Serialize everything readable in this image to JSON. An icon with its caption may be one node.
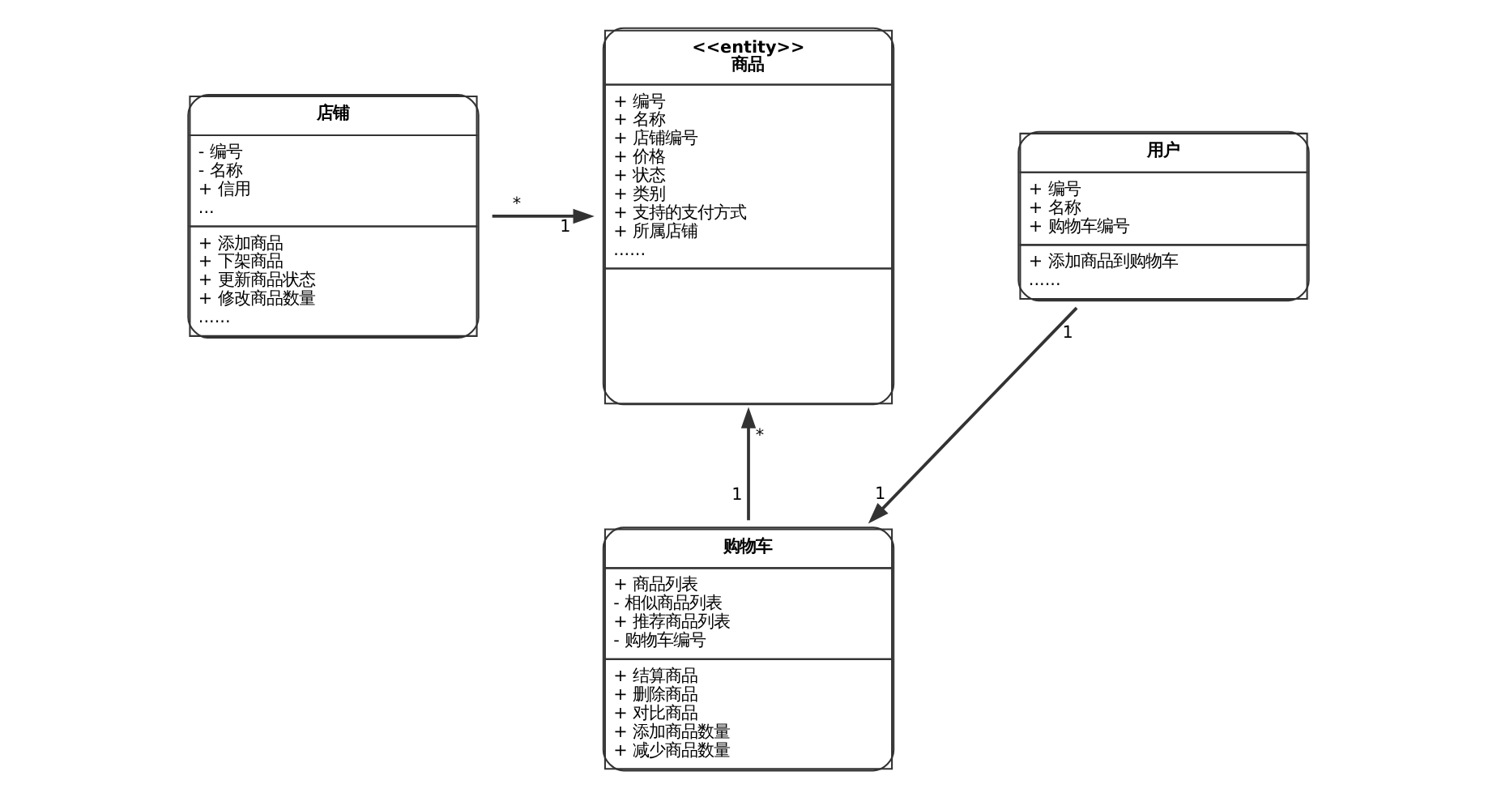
{
  "diagram": {
    "nodes": [
      {
        "text": [
          "店铺",
          "- 编号",
          "- 名称",
          "+ 信用",
          "...",
          "+ 添加商品",
          "+ 下架商品",
          "+ 更新商品状态",
          "+ 修改商品数量",
          "......"
        ],
        "beside": [
          "*"
        ]
      },
      {
        "text": [
          "<<entity>>",
          "商品",
          "+ 编号",
          "+ 名称",
          "+ 店铺编号",
          "+ 价格",
          "+ 状态",
          "+ 类别",
          "+ 支持的支付方式",
          "+ 所属店铺",
          "......"
        ],
        "beside": [
          "1",
          "*"
        ]
      },
      {
        "text": [
          "用户",
          "+ 编号",
          "+ 名称",
          "+ 购物车编号",
          "+ 添加商品到购物车",
          "......"
        ],
        "beside": [
          "1"
        ]
      },
      {
        "text": [
          "购物车",
          "+ 商品列表",
          "- 相似商品列表",
          "+ 推荐商品列表",
          "- 购物车编号",
          "+ 结算商品",
          "+ 删除商品",
          "+ 对比商品",
          "+ 添加商品数量",
          "+ 减少商品数量"
        ],
        "beside": [
          "1",
          "1"
        ]
      }
    ],
    "edges": [
      {
        "from": 0,
        "to": 1,
        "arrow": "to"
      },
      {
        "from": 3,
        "to": 1,
        "arrow": "to"
      },
      {
        "from": 2,
        "to": 3,
        "arrow": "to"
      }
    ]
  }
}
